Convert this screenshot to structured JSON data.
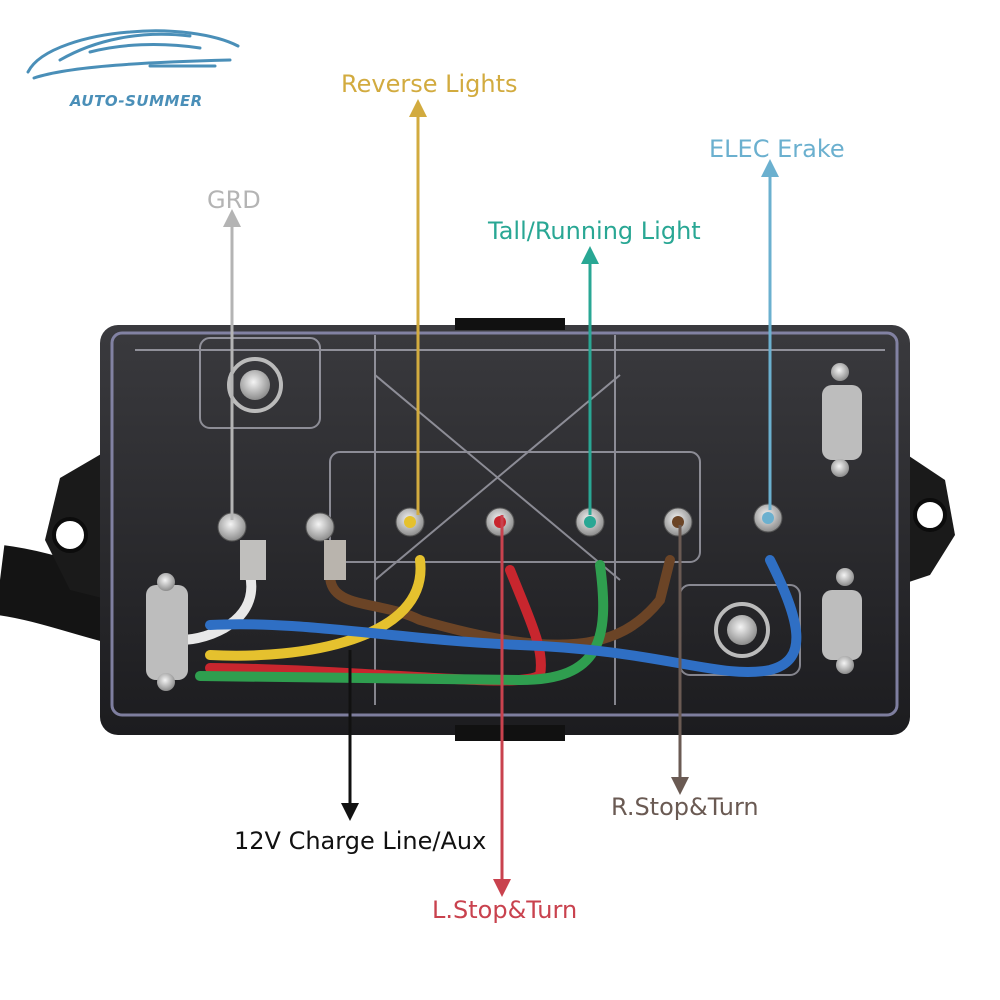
{
  "brand": {
    "name": "AUTO-SUMMER",
    "color": "#4a8fb8",
    "logo_icon": "car-silhouette-icon"
  },
  "labels": {
    "grd": {
      "text": "GRD",
      "color": "#b4b4b4"
    },
    "reverse": {
      "text": "Reverse Lights",
      "color": "#d2ab3f"
    },
    "tail": {
      "text": "Tall/Running Light",
      "color": "#29a794"
    },
    "brake": {
      "text": "ELEC Erake",
      "color": "#6bb0cf"
    },
    "aux": {
      "text": "12V Charge Line/Aux",
      "color": "#111111"
    },
    "left_turn": {
      "text": "L.Stop&Turn",
      "color": "#c9424e"
    },
    "right_turn": {
      "text": "R.Stop&Turn",
      "color": "#6a5a53"
    }
  },
  "wire_colors": {
    "white": "#e8e8e8",
    "brown": "#6b4426",
    "yellow": "#e5c12e",
    "red": "#c8262e",
    "green": "#2f9e4f",
    "blue": "#2f6fc4"
  }
}
